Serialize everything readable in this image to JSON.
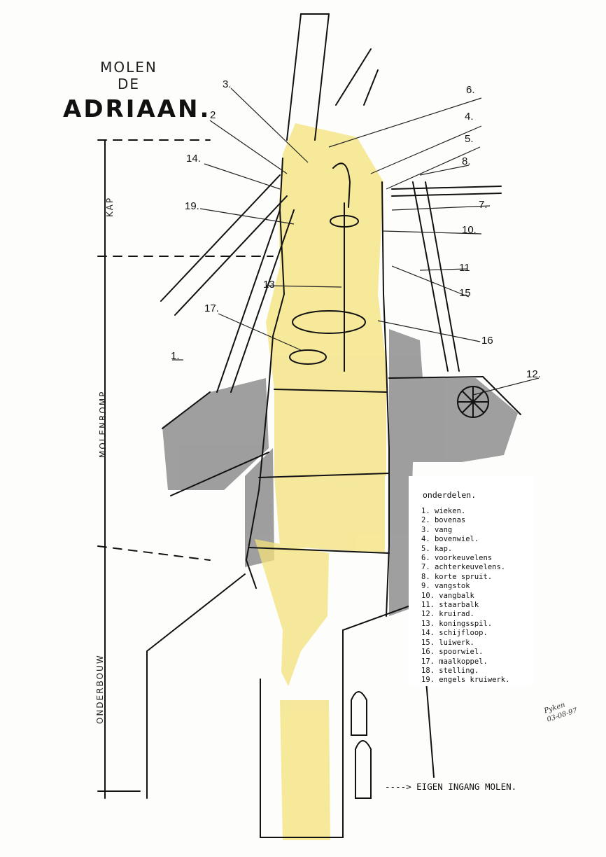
{
  "title": {
    "line1": "MOLEN",
    "line2": "DE",
    "name": "ADRIAAN."
  },
  "section_labels": [
    "KAP",
    "MOLENROMP",
    "ONDERBOUW"
  ],
  "callouts": [
    "3.",
    "6.",
    "2",
    "4.",
    "5.",
    "8.",
    "14.",
    "19.",
    "7.",
    "10.",
    "11",
    "13",
    "15",
    "17.",
    "16",
    "1.",
    "12."
  ],
  "legend": {
    "heading": "onderdelen.",
    "items": [
      "1. wieken.",
      "2. bovenas",
      "3. vang",
      "4. bovenwiel.",
      "5. kap.",
      "6. voorkeuvelens",
      "7. achterkeuvelens.",
      "8. korte spruit.",
      "9. vangstok",
      "10. vangbalk",
      "11. staarbalk",
      "12. kruirad.",
      "13. koningsspil.",
      "14. schijfloop.",
      "15. luiwerk.",
      "16. spoorwiel.",
      "17. maalkoppel.",
      "18. stelling.",
      "19. engels kruiwerk."
    ]
  },
  "entrance_label": "----> EIGEN INGANG MOLEN.",
  "signature": {
    "name": "Pyken",
    "date": "03-08-97"
  },
  "colors": {
    "highlight": "#f3e27a",
    "shading": "#8e8e8e",
    "ink": "#111111"
  }
}
